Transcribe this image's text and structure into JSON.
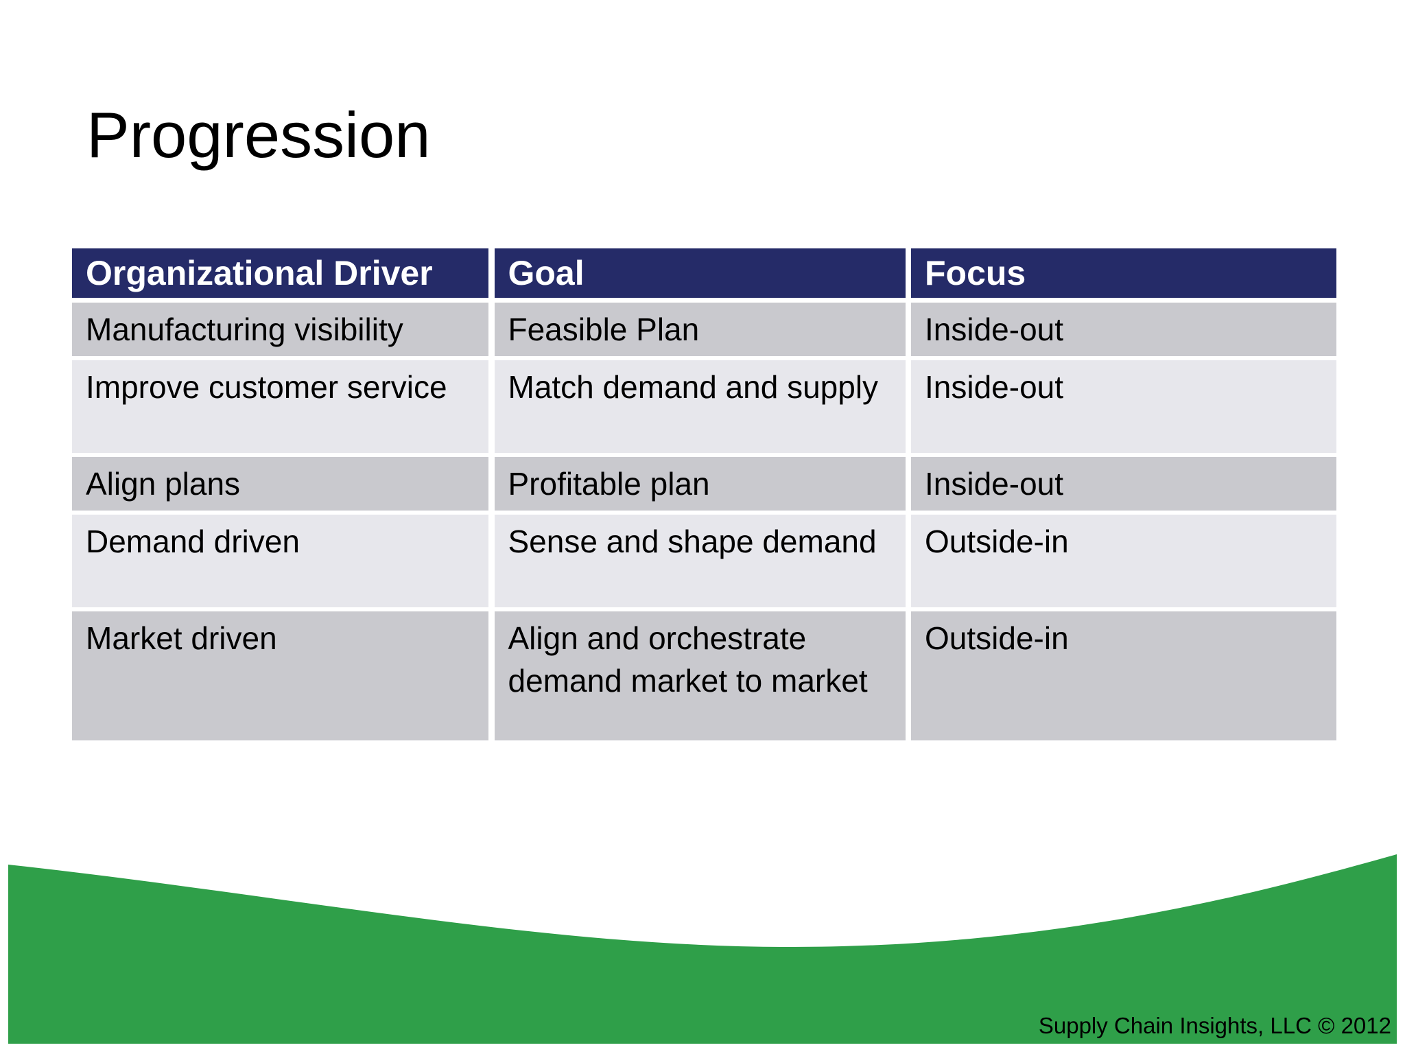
{
  "slide": {
    "title": "Progression",
    "footer": "Supply Chain Insights, LLC © 2012"
  },
  "table": {
    "headers": [
      "Organizational Driver",
      "Goal",
      "Focus"
    ],
    "rows": [
      [
        "Manufacturing visibility",
        "Feasible Plan",
        "Inside-out"
      ],
      [
        "Improve customer service",
        "Match demand and supply",
        "Inside-out"
      ],
      [
        "Align plans",
        "Profitable plan",
        "Inside-out"
      ],
      [
        "Demand driven",
        "Sense and shape demand",
        "Outside-in"
      ],
      [
        "Market driven",
        "Align and orchestrate demand market to market",
        "Outside-in"
      ]
    ]
  },
  "colors": {
    "header-bg": "#252b68",
    "header-text": "#ffffff",
    "row-dark": "#c9c9ce",
    "row-light": "#e7e7ec",
    "green": "#2f9f49",
    "text": "#000000",
    "page-bg": "#ffffff"
  }
}
